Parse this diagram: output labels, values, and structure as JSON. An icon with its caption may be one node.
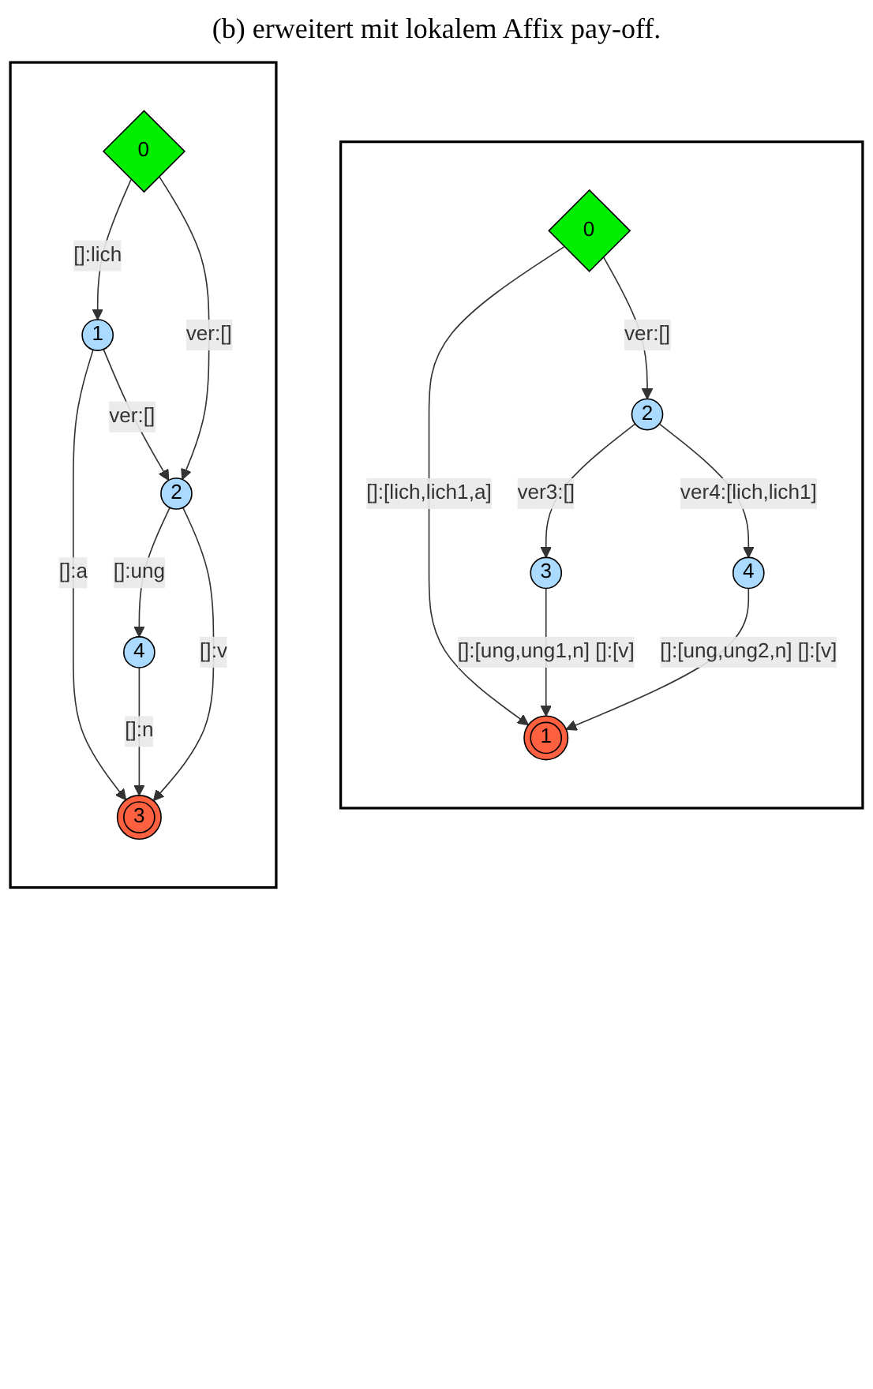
{
  "diagram": {
    "caption": "(b) erweitert mit lokalem Affix pay-off.",
    "nodes": [
      {
        "text": [],
        "shape": "box"
      },
      {
        "text": [
          "0"
        ],
        "in": 0
      },
      {
        "text": [
          "2"
        ],
        "in": 0
      },
      {
        "text": [
          "3"
        ],
        "in": 0
      },
      {
        "text": [
          "4"
        ],
        "in": 0
      },
      {
        "text": [
          "1"
        ],
        "in": 0
      },
      {
        "text": [],
        "shape": "box"
      },
      {
        "text": [
          "0"
        ],
        "in": 6
      },
      {
        "text": [
          "1"
        ],
        "in": 6
      },
      {
        "text": [
          "2"
        ],
        "in": 6
      },
      {
        "text": [
          "4"
        ],
        "in": 6
      },
      {
        "text": [
          "3"
        ],
        "in": 6
      }
    ],
    "edges": [
      {
        "from": 1,
        "to": 5,
        "arrow": "to",
        "label": "[]:[lich,lich1,a]"
      },
      {
        "from": 1,
        "to": 2,
        "arrow": "to",
        "label": "ver:[]"
      },
      {
        "from": 2,
        "to": 3,
        "arrow": "to",
        "label": "ver3:[]"
      },
      {
        "from": 2,
        "to": 4,
        "arrow": "to",
        "label": "ver4:[lich,lich1]"
      },
      {
        "from": 3,
        "to": 5,
        "arrow": "to",
        "label": "[]:[ung,ung1,n] []:[v]"
      },
      {
        "from": 4,
        "to": 5,
        "arrow": "to",
        "label": "[]:[ung,ung2,n] []:[v]"
      },
      {
        "from": 7,
        "to": 8,
        "arrow": "to",
        "label": "[]:lich"
      },
      {
        "from": 7,
        "to": 9,
        "arrow": "to",
        "label": "ver:[]"
      },
      {
        "from": 8,
        "to": 11,
        "arrow": "to",
        "label": "[]:a"
      },
      {
        "from": 8,
        "to": 9,
        "arrow": "to",
        "label": "ver:[]"
      },
      {
        "from": 9,
        "to": 10,
        "arrow": "to",
        "label": "[]:ung"
      },
      {
        "from": 9,
        "to": 11,
        "arrow": "to",
        "label": "[]:v"
      },
      {
        "from": 10,
        "to": 11,
        "arrow": "to",
        "label": "[]:n"
      }
    ]
  }
}
